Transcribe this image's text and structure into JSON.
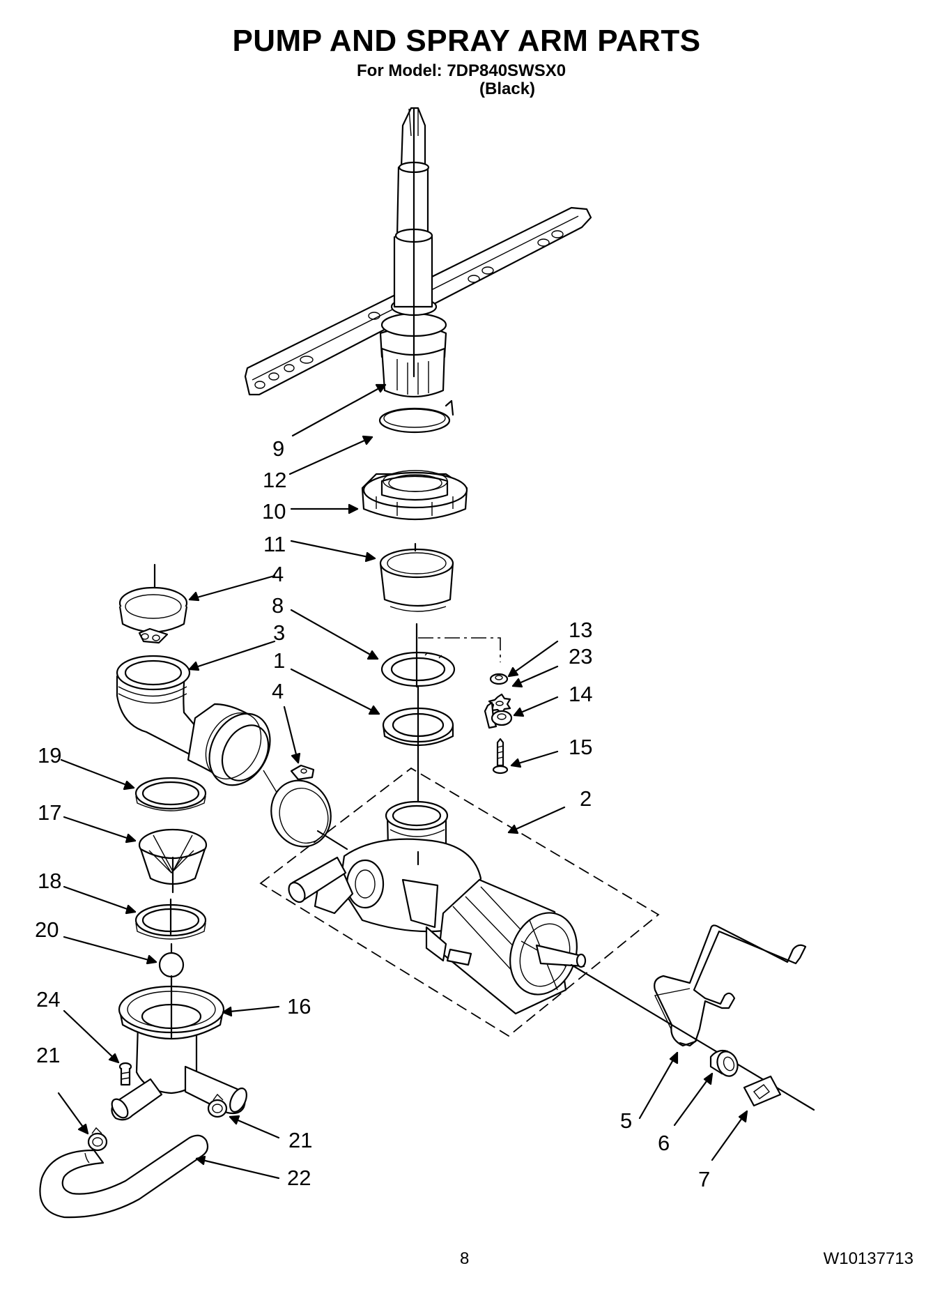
{
  "header": {
    "title": "PUMP AND SPRAY ARM PARTS",
    "model_line": "For Model: 7DP840SWSX0",
    "variant": "(Black)"
  },
  "callouts": {
    "c9": "9",
    "c12": "12",
    "c10": "10",
    "c11": "11",
    "c4a": "4",
    "c8": "8",
    "c3": "3",
    "c1": "1",
    "c4b": "4",
    "c13": "13",
    "c23": "23",
    "c14": "14",
    "c15": "15",
    "c19": "19",
    "c17": "17",
    "c2": "2",
    "c18": "18",
    "c20": "20",
    "c24": "24",
    "c16": "16",
    "c21a": "21",
    "c21b": "21",
    "c22": "22",
    "c5": "5",
    "c6": "6",
    "c7": "7"
  },
  "footer": {
    "page_number": "8",
    "doc_number": "W10137713"
  }
}
